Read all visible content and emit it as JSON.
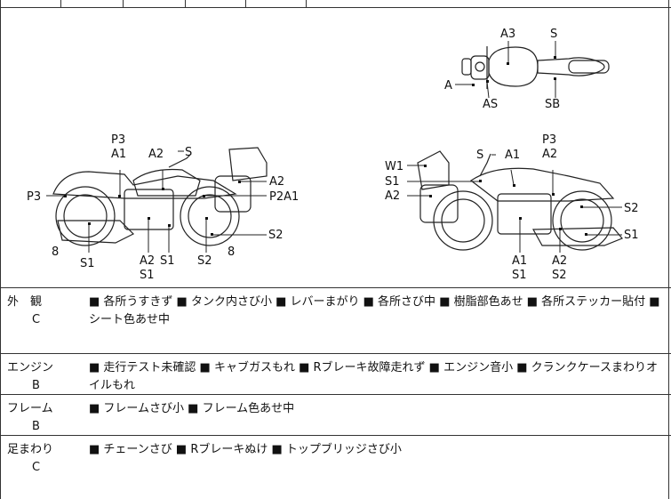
{
  "diagram_labels": {
    "top_view": {
      "A3": "A3",
      "S": "S",
      "A": "A",
      "AS": "AS",
      "SB": "SB"
    },
    "left_bike": {
      "P3_top": "P3",
      "A1": "A1",
      "A2_top": "A2",
      "S": "S",
      "A2_right": "A2",
      "P2A1": "P2A1",
      "P3_left": "P3",
      "S2_right": "S2",
      "eight_left": "8",
      "S1_bottom": "S1",
      "A2_bottom": "A2",
      "S1_mid": "S1",
      "S1_under": "S1",
      "S2_bottom": "S2",
      "eight_right": "8"
    },
    "right_bike": {
      "S_top": "S",
      "A1_top": "A1",
      "P3": "P3",
      "A2_top": "A2",
      "W1": "W1",
      "S1": "S1",
      "A2_left": "A2",
      "S2_right": "S2",
      "S1_right": "S1",
      "A1_bottom": "A1",
      "S1_bottom": "S1",
      "A2_bottom": "A2",
      "S2_bottom": "S2"
    }
  },
  "condition_rows": [
    {
      "category": "外　観",
      "grade": "C",
      "text": "■ 各所うすきず ■ タンク内さび小 ■ レバーまがり ■ 各所さび中 ■ 樹脂部色あせ ■ 各所ステッカー貼付 ■ シート色あせ中"
    },
    {
      "category": "エンジン",
      "grade": "B",
      "text": "■ 走行テスト未確認 ■ キャブガスもれ ■ Rブレーキ故障走れず ■ エンジン音小 ■ クランクケースまわりオイルもれ"
    },
    {
      "category": "フレーム",
      "grade": "B",
      "text": "■ フレームさび小 ■ フレーム色あせ中"
    },
    {
      "category": "足まわり",
      "grade": "C",
      "text": "■ チェーンさび ■ Rブレーキぬけ ■ トップブリッジさび小"
    }
  ]
}
